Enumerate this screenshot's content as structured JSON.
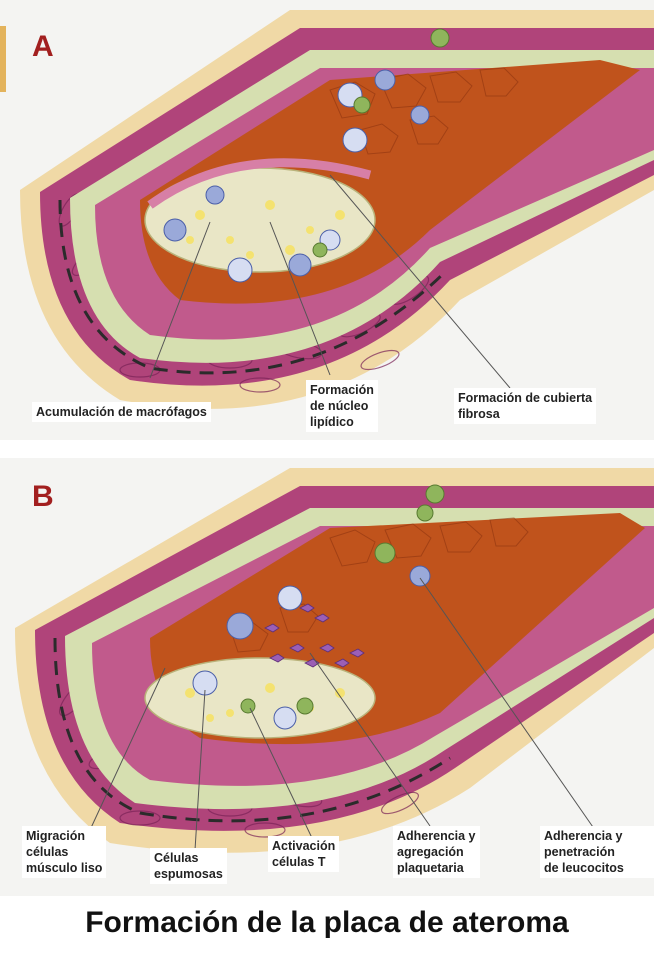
{
  "title": "Formación de la placa de ateroma",
  "panels": [
    {
      "letter": "A",
      "labels": [
        "Acumulación de macrófagos",
        "Formación\nde núcleo\nlipídico",
        "Formación de cubierta\nfibrosa"
      ]
    },
    {
      "letter": "B",
      "labels": [
        "Migración\ncélulas\nmúsculo liso",
        "Células\nespumosas",
        "Activación\ncélulas T",
        "Adherencia y\nagregación\nplaquetaria",
        "Adherencia y\npenetración\nde leucocitos"
      ]
    }
  ],
  "colors": {
    "letter": "#a21f1f",
    "adventitia": "#f0d9a6",
    "media": "#b0447a",
    "intima": "#d6dfb0",
    "lumen": "#c0531c"
  }
}
